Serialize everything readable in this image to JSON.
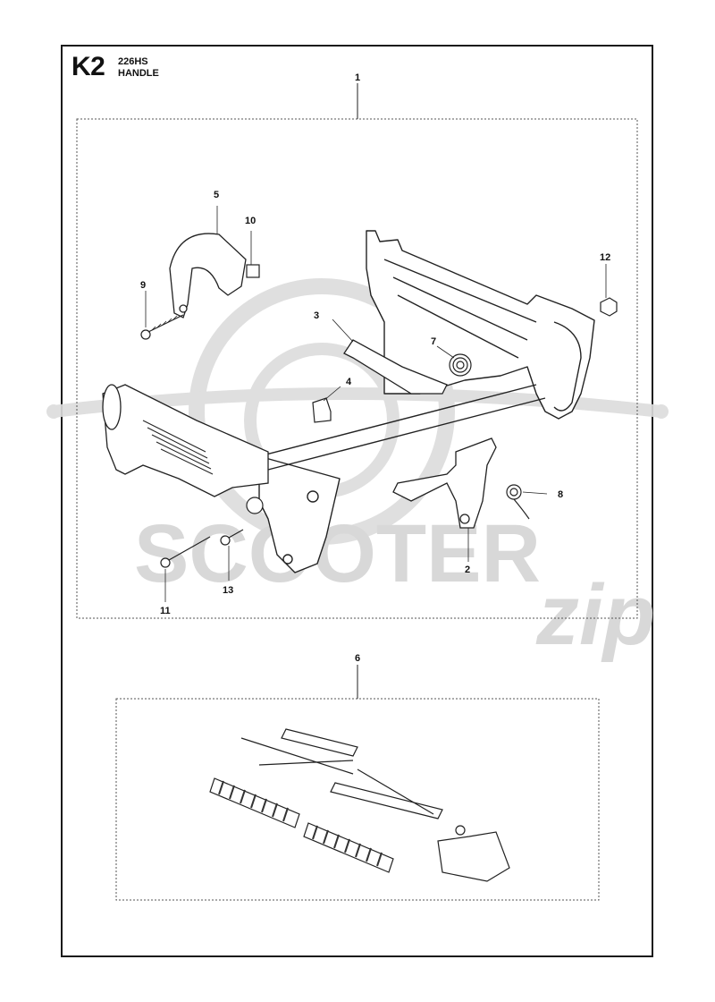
{
  "header": {
    "section_code": "K2",
    "model": "226HS",
    "title": "HANDLE"
  },
  "watermark": {
    "brand": "SCOOTER",
    "script": "zip",
    "color": "#d4d4d4"
  },
  "callouts": {
    "c1": "1",
    "c2": "2",
    "c3": "3",
    "c4": "4",
    "c5": "5",
    "c6": "6",
    "c7": "7",
    "c8": "8",
    "c9": "9",
    "c10": "10",
    "c11": "11",
    "c12": "12",
    "c13": "13"
  }
}
